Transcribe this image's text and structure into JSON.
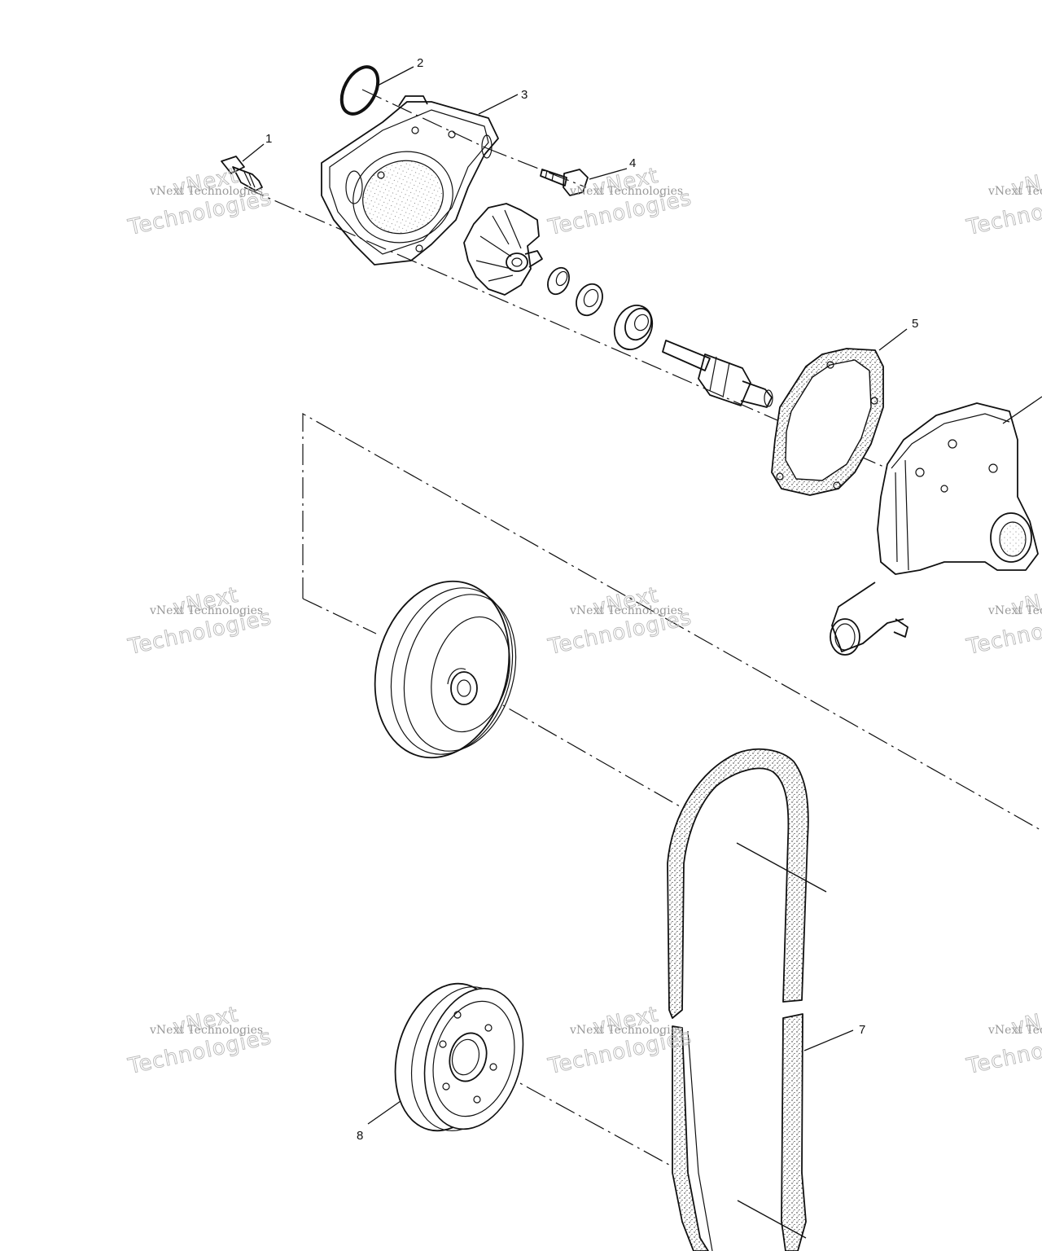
{
  "callouts": [
    {
      "id": "part-1",
      "label": "1"
    },
    {
      "id": "part-2",
      "label": "2"
    },
    {
      "id": "part-3",
      "label": "3"
    },
    {
      "id": "part-4",
      "label": "4"
    },
    {
      "id": "part-5",
      "label": "5"
    },
    {
      "id": "part-7",
      "label": "7"
    },
    {
      "id": "part-8",
      "label": "8"
    }
  ],
  "watermark": {
    "line1": "vNext Technologies",
    "line2": "vNext",
    "line3": "Technologies"
  }
}
